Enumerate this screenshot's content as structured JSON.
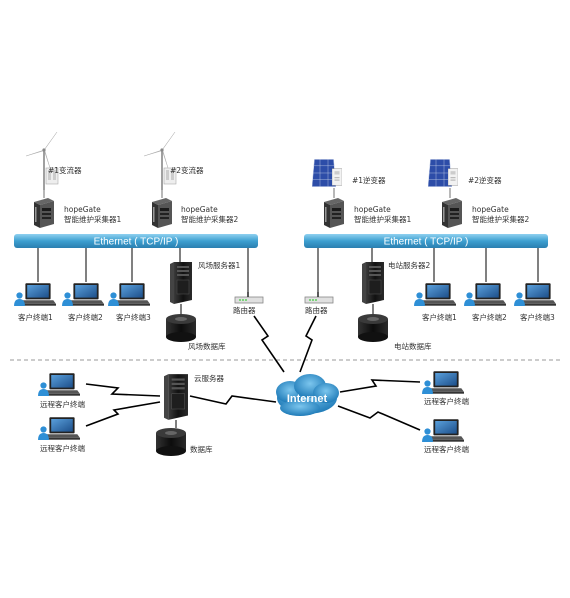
{
  "colors": {
    "bus": "#3d9fd0",
    "line": "#000000",
    "dash": "#888888",
    "cloud": "#2b8fc8",
    "server": "#1a1a1a",
    "screen": "#2f6fb0",
    "person": "#2e8fd6"
  },
  "left_site": {
    "inverters": [
      "#1变流器",
      "#2变流器"
    ],
    "gateway_name": "hopeGate",
    "collectors": [
      "智能维护采集器1",
      "智能维护采集器2"
    ],
    "bus_label": "Ethernet ( TCP/IP )",
    "server": "风场服务器1",
    "clients": [
      "客户终端1",
      "客户终端2",
      "客户终端3"
    ],
    "router": "路由器",
    "database": "风场数据库"
  },
  "right_site": {
    "inverters": [
      "#1逆变器",
      "#2逆变器"
    ],
    "gateway_name": "hopeGate",
    "collectors": [
      "智能维护采集器1",
      "智能维护采集器2"
    ],
    "bus_label": "Ethernet ( TCP/IP )",
    "server": "电站服务器2",
    "clients": [
      "客户终端1",
      "客户终端2",
      "客户终端3"
    ],
    "router": "路由器",
    "database": "电站数据库"
  },
  "cloud": {
    "server": "云服务器",
    "database": "数据库",
    "internet": "Internet",
    "remote_clients": [
      "远程客户终端",
      "远程客户终端",
      "远程客户终端",
      "远程客户终端"
    ]
  },
  "icons": {
    "wind_turbine": "wind-turbine-icon",
    "solar_panel": "solar-panel-icon",
    "gateway": "gateway-device-icon",
    "server": "server-tower-icon",
    "database": "database-cylinder-icon",
    "laptop": "laptop-icon",
    "router": "router-icon",
    "person": "person-icon",
    "cloud": "cloud-icon"
  }
}
